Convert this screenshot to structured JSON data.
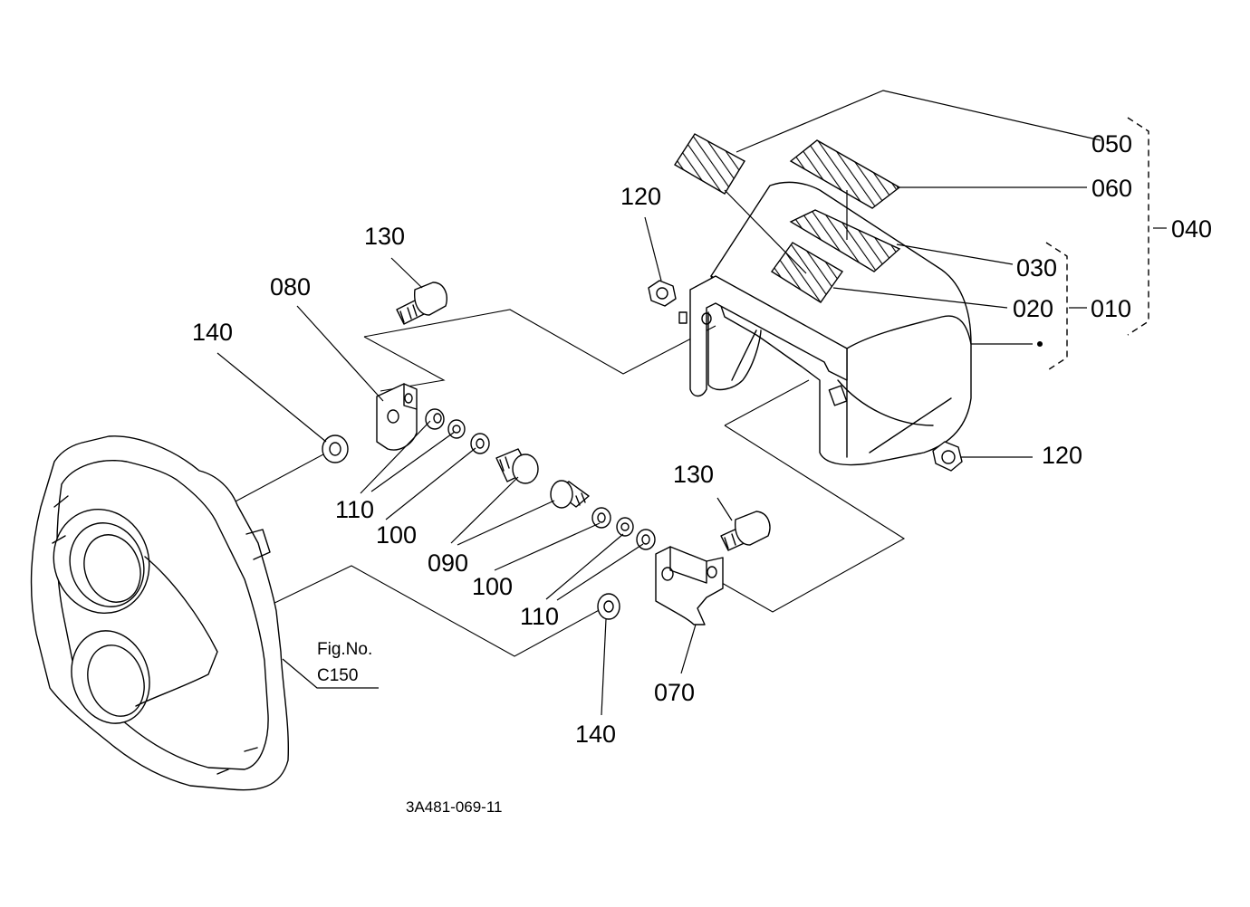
{
  "labels": {
    "p050": "050",
    "p060": "060",
    "p040": "040",
    "p030": "030",
    "p020": "020",
    "p010": "010",
    "p120_top": "120",
    "p120_right": "120",
    "p130_top": "130",
    "p130_mid": "130",
    "p080": "080",
    "p140_left": "140",
    "p140_bottom": "140",
    "p110_left": "110",
    "p110_right": "110",
    "p100_left": "100",
    "p100_right": "100",
    "p090": "090",
    "p070": "070"
  },
  "figure_ref": {
    "line1": "Fig.No.",
    "line2": "C150"
  },
  "drawing_code": "3A481-069-11"
}
